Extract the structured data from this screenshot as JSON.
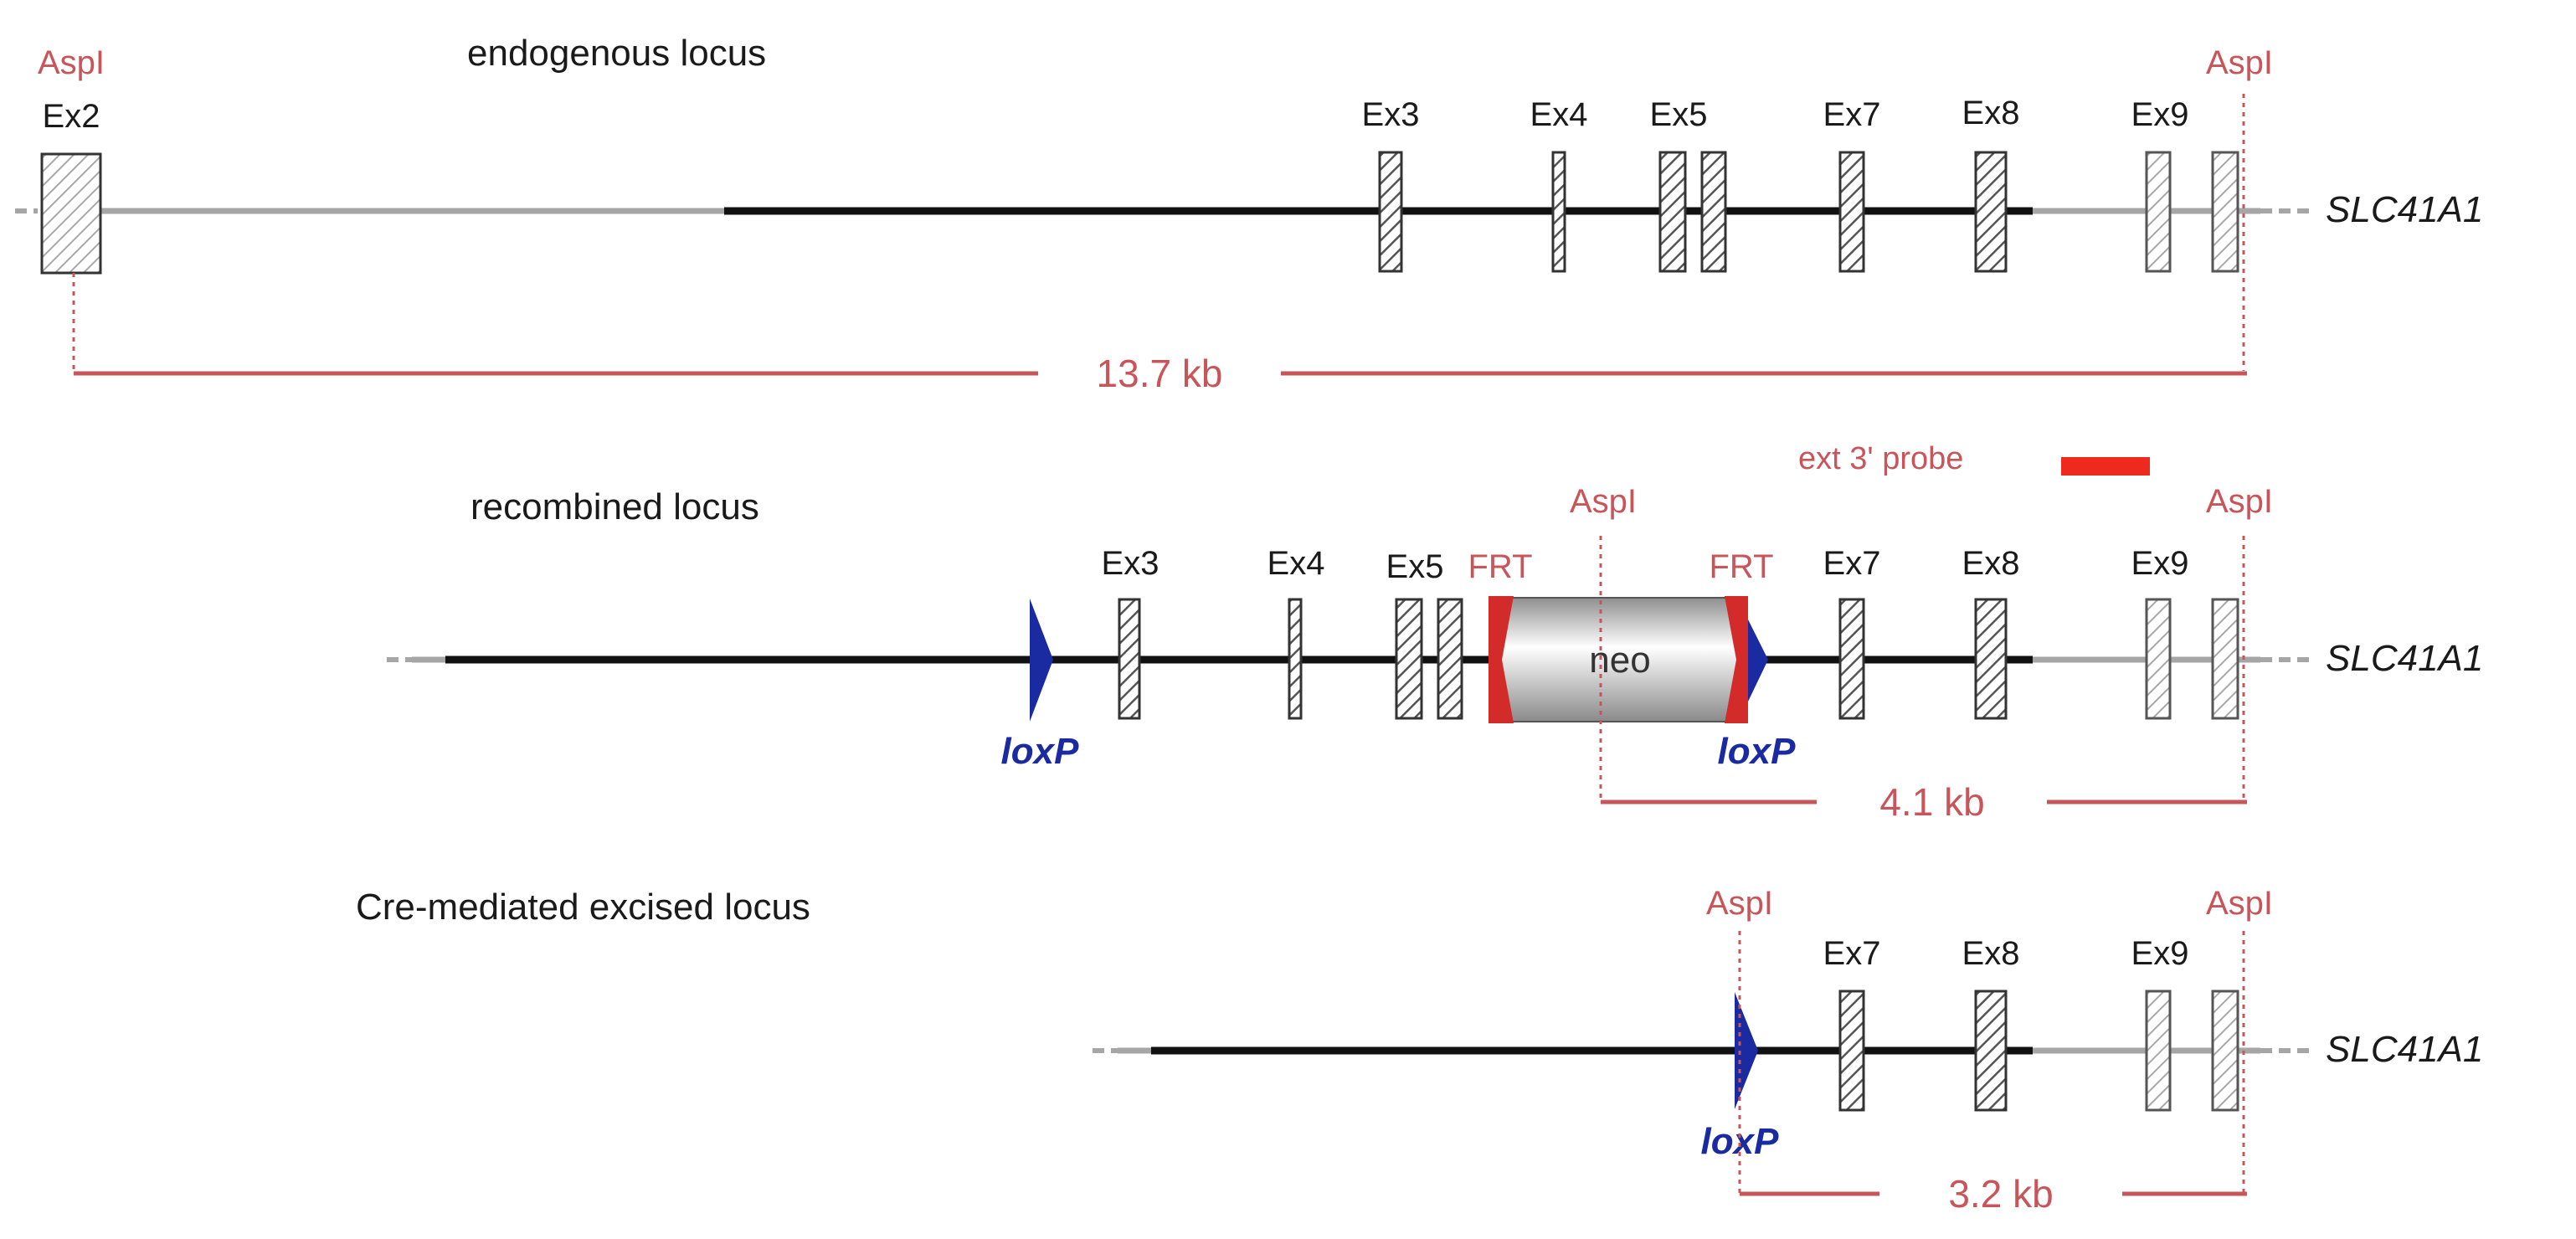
{
  "colors": {
    "restriction": "#c8555a",
    "probe": "#ee2a1e",
    "loxp": "#1a2aa0",
    "frt": "#d32a2a",
    "intron_black": "#111111",
    "flank_gray": "#a6a6a6"
  },
  "gene": "SLC41A1",
  "loci": [
    {
      "title": "endogenous locus",
      "site_left": "AspI",
      "site_right": "AspI",
      "exons": [
        "Ex2",
        "Ex3",
        "Ex4",
        "Ex5",
        "Ex7",
        "Ex8",
        "Ex9"
      ],
      "fragment": "13.7 kb"
    },
    {
      "title": "recombined locus",
      "probe": "ext 3' probe",
      "site_left": "AspI",
      "site_right": "AspI",
      "exons": [
        "Ex3",
        "Ex4",
        "Ex5",
        "Ex7",
        "Ex8",
        "Ex9"
      ],
      "frt_left": "FRT",
      "frt_right": "FRT",
      "cassette": "neo",
      "loxp_left": "loxP",
      "loxp_right": "loxP",
      "fragment": "4.1 kb"
    },
    {
      "title": "Cre-mediated excised locus",
      "site_left": "AspI",
      "site_right": "AspI",
      "exons": [
        "Ex7",
        "Ex8",
        "Ex9"
      ],
      "loxp": "loxP",
      "fragment": "3.2 kb"
    }
  ]
}
